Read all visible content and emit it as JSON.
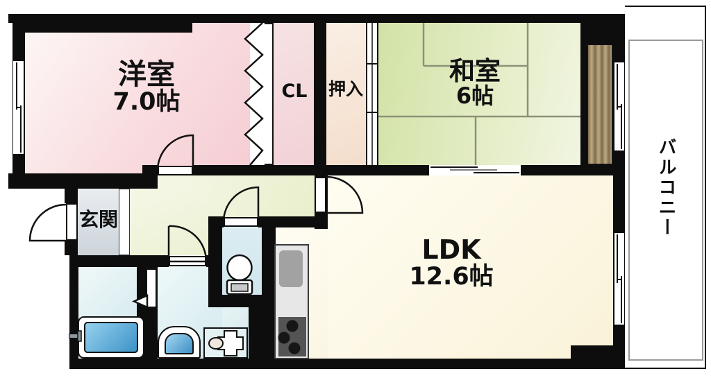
{
  "plan": {
    "type": "apartment-floorplan",
    "wall_color": "#0d0d0d",
    "rooms": {
      "yoshitsu": {
        "label": "洋室",
        "size": "7.0帖",
        "color": "#f5cdd3"
      },
      "cl": {
        "label": "CL",
        "color": "#f2d2d7"
      },
      "oshiire": {
        "label": "押入",
        "color": "#f4decd"
      },
      "washitsu": {
        "label": "和室",
        "size": "6帖",
        "color": "#dce8b8"
      },
      "ldk": {
        "label": "LDK",
        "size": "12.6帖",
        "color": "#fbf5e2"
      },
      "genkan": {
        "label": "玄関",
        "color": "#d5dce1"
      },
      "balcony": {
        "label": "バルコニー",
        "color": "#ffffff"
      },
      "hallway": {
        "color": "#eff2d8"
      },
      "bathroom": {
        "color": "#d9edf1"
      },
      "washroom": {
        "color": "#ddeff2"
      },
      "toilet": {
        "color": "#d4e9ef"
      }
    },
    "fixtures": [
      "bathtub-icon",
      "washing-machine-icon",
      "washbasin-icon",
      "toilet-icon",
      "kitchen-sink-icon",
      "stove-burners-icon",
      "tatami-grid",
      "closet-wood-texture",
      "zigzag-closet-door",
      "sliding-door",
      "swing-door"
    ],
    "accent_colors": {
      "water_blue": "#3d93c8",
      "tatami_green": "#d2e2a6",
      "wood_brown": "#8a7557"
    }
  }
}
